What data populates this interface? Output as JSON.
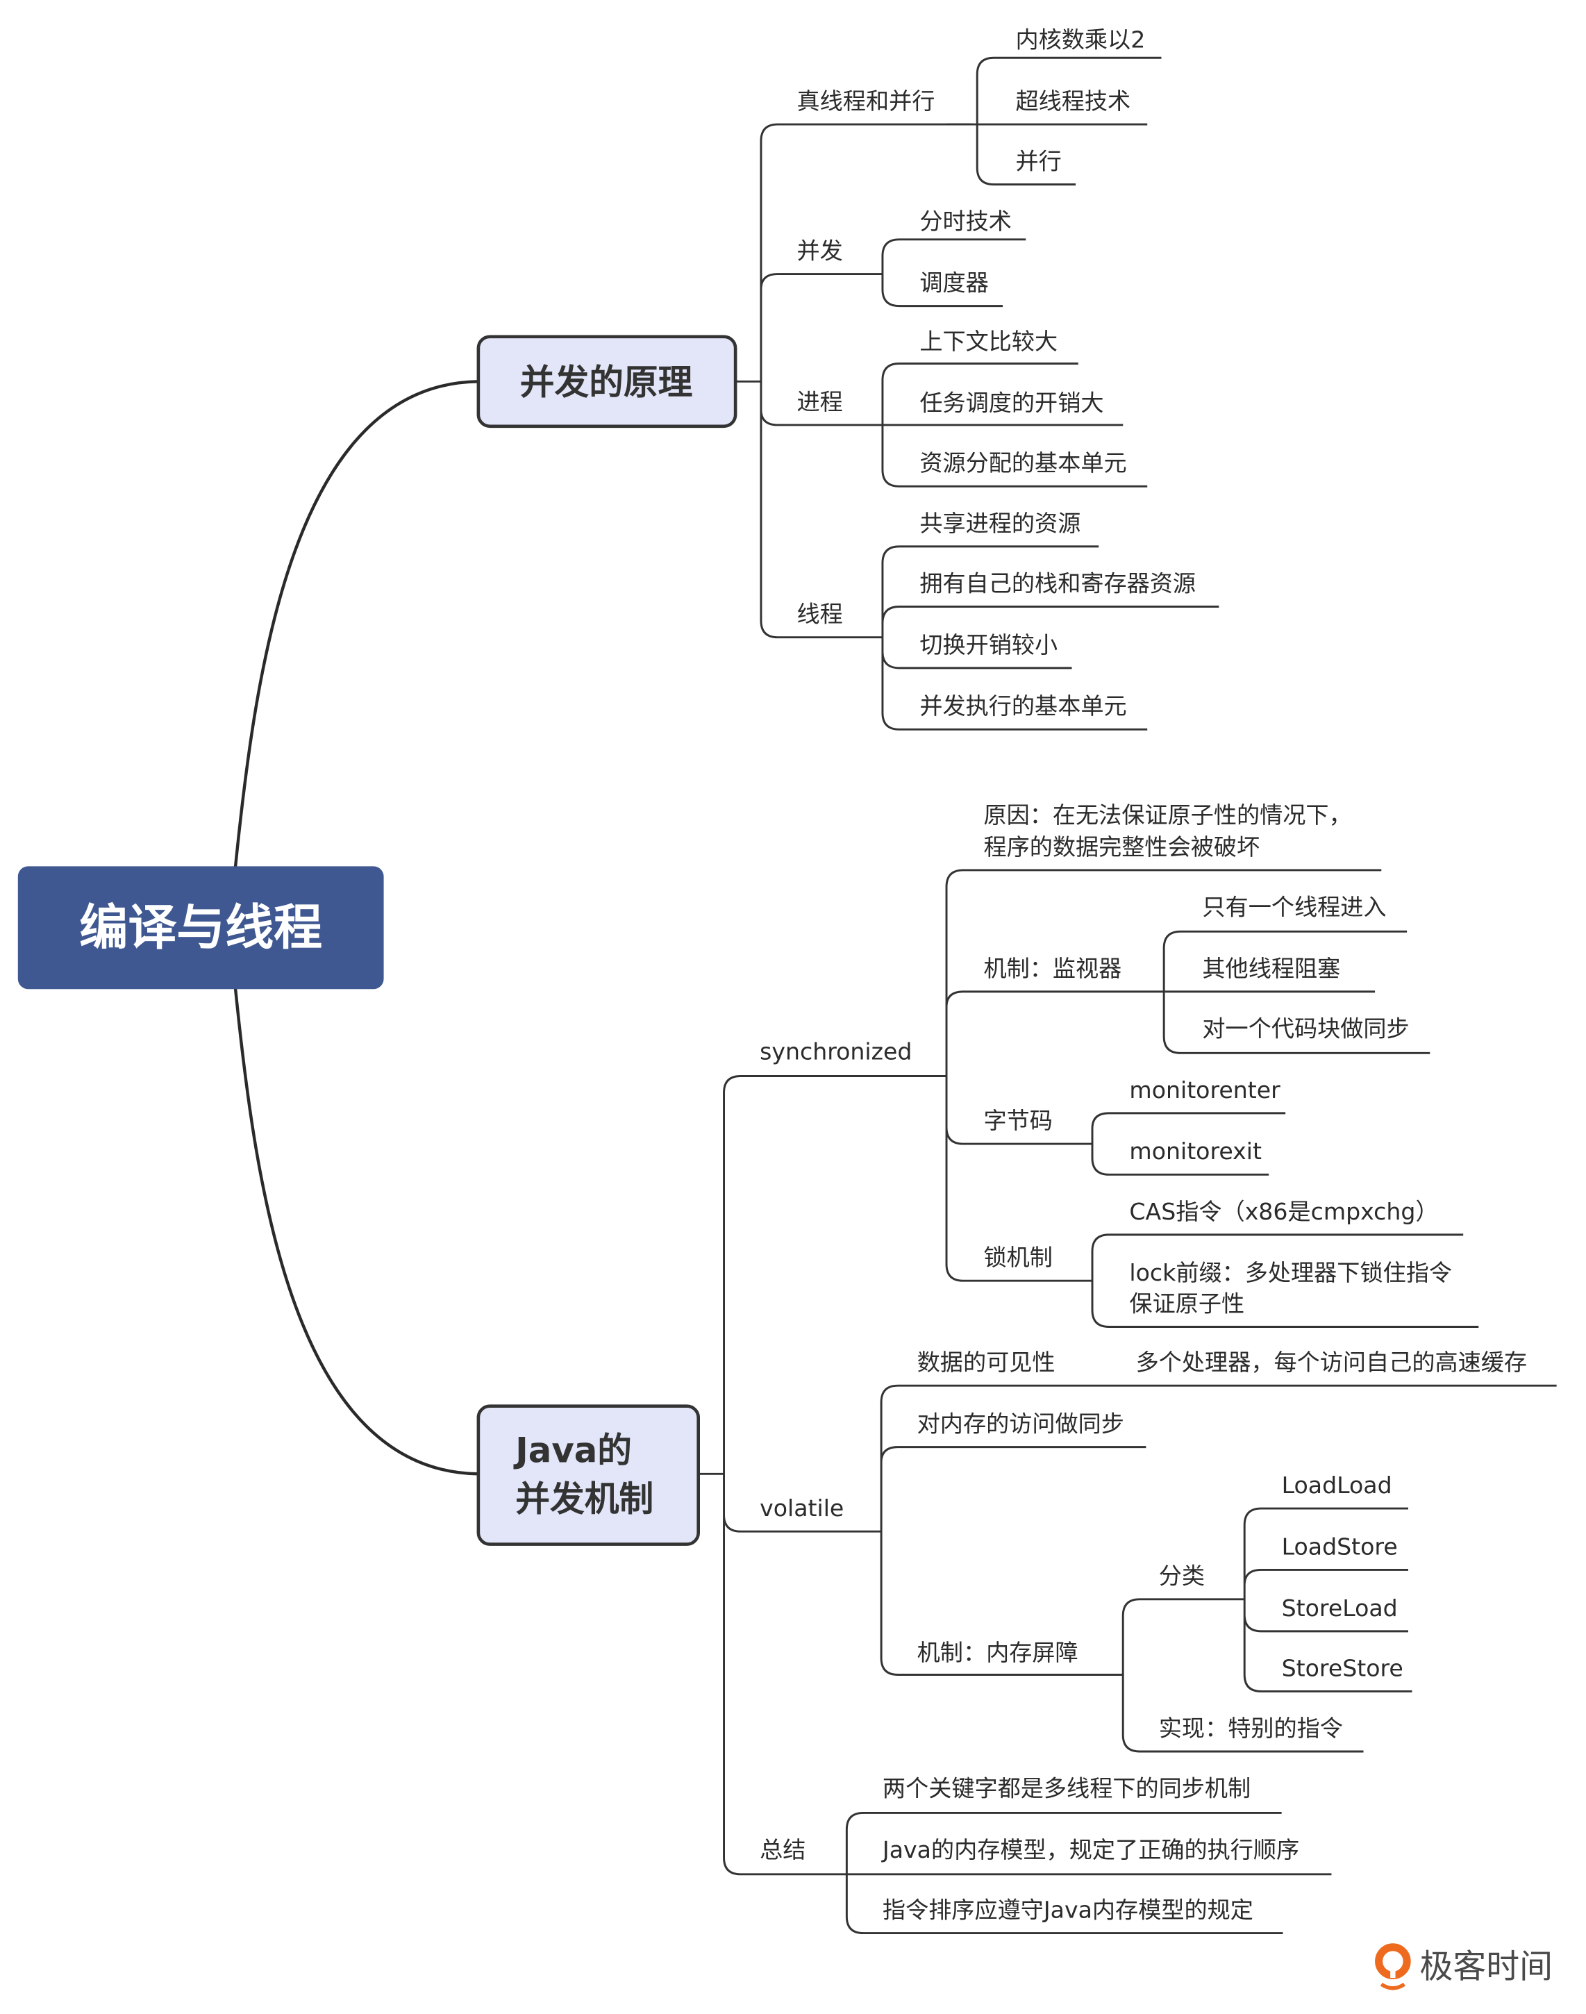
{
  "root": {
    "label": "编译与线程"
  },
  "branches": [
    {
      "label": "并发的原理",
      "children": [
        {
          "label": "真线程和并行",
          "children": [
            "内核数乘以2",
            "超线程技术",
            "并行"
          ]
        },
        {
          "label": "并发",
          "children": [
            "分时技术",
            "调度器"
          ]
        },
        {
          "label": "进程",
          "children": [
            "上下文比较大",
            "任务调度的开销大",
            "资源分配的基本单元"
          ]
        },
        {
          "label": "线程",
          "children": [
            "共享进程的资源",
            "拥有自己的栈和寄存器资源",
            "切换开销较小",
            "并发执行的基本单元"
          ]
        }
      ]
    },
    {
      "label_line1": "Java的",
      "label_line2": "并发机制",
      "children": [
        {
          "label": "synchronized",
          "children": [
            {
              "label_line1": "原因：在无法保证原子性的情况下，",
              "label_line2": "程序的数据完整性会被破坏"
            },
            {
              "label": "机制：监视器",
              "children": [
                "只有一个线程进入",
                "其他线程阻塞",
                "对一个代码块做同步"
              ]
            },
            {
              "label": "字节码",
              "children": [
                "monitorenter",
                "monitorexit"
              ]
            },
            {
              "label": "锁机制",
              "children": [
                {
                  "label": "CAS指令（x86是cmpxchg）"
                },
                {
                  "label_line1": "lock前缀：多处理器下锁住指令",
                  "label_line2": "保证原子性"
                }
              ]
            }
          ]
        },
        {
          "label": "volatile",
          "children": [
            {
              "label": "数据的可见性",
              "children": [
                "多个处理器，每个访问自己的高速缓存"
              ]
            },
            {
              "label": "对内存的访问做同步"
            },
            {
              "label": "机制：内存屏障",
              "children": [
                {
                  "label": "分类",
                  "children": [
                    "LoadLoad",
                    "LoadStore",
                    "StoreLoad",
                    "StoreStore"
                  ]
                },
                {
                  "label": "实现：特别的指令"
                }
              ]
            }
          ]
        },
        {
          "label": "总结",
          "children": [
            "两个关键字都是多线程下的同步机制",
            "Java的内存模型，规定了正确的执行顺序",
            "指令排序应遵守Java内存模型的规定"
          ]
        }
      ]
    }
  ],
  "watermark": {
    "text": "极客时间"
  },
  "colors": {
    "root_fill": "#3f5891",
    "branch_fill": "#e2e6f8",
    "line": "#333333",
    "logo_orange": "#ee6a1f"
  }
}
